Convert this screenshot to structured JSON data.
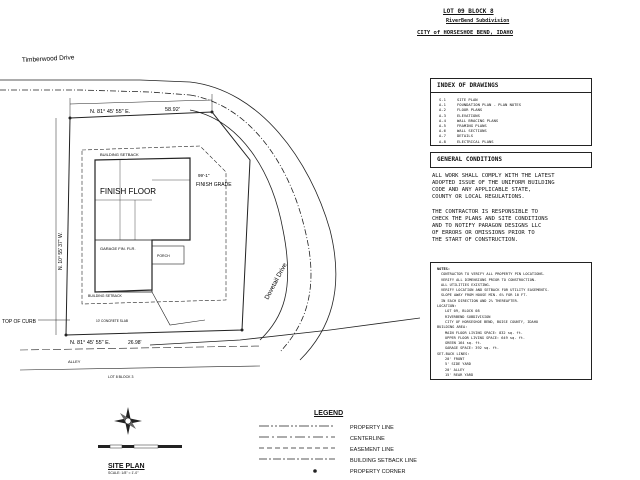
{
  "title_block": {
    "lot": "LOT 09 BLOCK 8",
    "subdivision": "RiverBend Subdivision",
    "city": "CITY of HORSESHOE BEND, IDAHO"
  },
  "index": {
    "header": "INDEX OF DRAWINGS",
    "items": [
      {
        "code": "S-1",
        "name": "SITE PLAN"
      },
      {
        "code": "A-1",
        "name": "FOUNDATION PLAN - PLAN NOTES"
      },
      {
        "code": "A-2",
        "name": "FLOOR PLANS"
      },
      {
        "code": "A-3",
        "name": "ELEVATIONS"
      },
      {
        "code": "A-4",
        "name": "WALL BRACING PLANS"
      },
      {
        "code": "A-5",
        "name": "FRAMING PLANS"
      },
      {
        "code": "A-6",
        "name": "WALL SECTIONS"
      },
      {
        "code": "A-7",
        "name": "DETAILS"
      },
      {
        "code": "A-8",
        "name": "ELECTRICAL PLANS"
      }
    ]
  },
  "general": {
    "header": "GENERAL CONDITIONS",
    "para1": [
      "ALL WORK SHALL COMPLY WITH THE LATEST",
      "ADOPTED ISSUE OF THE UNIFORM BUILDING",
      "CODE AND ANY APPLICABLE STATE,",
      "COUNTY OR LOCAL REGULATIONS."
    ],
    "para2": [
      "THE CONTRACTOR IS RESPONSIBLE TO",
      "CHECK THE PLANS AND SITE CONDITIONS",
      "AND TO NOTIFY PARAGON DESIGNS LLC",
      "OF ERRORS OR OMISSIONS PRIOR TO",
      "THE START OF CONSTRUCTION."
    ]
  },
  "notes": {
    "header": "NOTES:",
    "lines": [
      "CONTRACTOR TO VERIFY ALL PROPERTY PIN LOCATIONS.",
      "VERIFY ALL DIMENSIONS PRIOR TO CONSTRUCTION.",
      "ALL UTILITIES EXISTING.",
      "VERIFY LOCATION AND SETBACK FOR UTILITY EASEMENTS.",
      "SLOPE AWAY FROM HOUSE MIN. 6% FOR 10 FT.",
      "IN EACH DIRECTION AND 2% THEREAFTER.",
      "LOCATION:",
      "LOT 09, BLOCK 08",
      "RIVERBEND SUBDIVISION",
      "CITY OF HORSESHOE BEND, BOISE COUNTY, IDAHO",
      "BUILDING AREA:",
      "MAIN FLOOR LIVING SPACE: 832 sq. ft.",
      "UPPER FLOOR LIVING SPACE: 649 sq. ft.",
      "GREEN 164 sq. ft.",
      "GARAGE SPACE: 392 sq. ft.",
      "SET-BACK LINES:",
      "20' FRONT",
      "5' SIDE YARD",
      "20' ALLEY",
      "15' REAR YARD"
    ]
  },
  "legend": {
    "title": "LEGEND",
    "items": [
      "PROPERTY LINE",
      "CENTERLINE",
      "EASEMENT LINE",
      "BUILDING SETBACK LINE",
      "PROPERTY CORNER"
    ]
  },
  "site": {
    "title": "SITE PLAN",
    "scale": "SCALE: 1/8\" = 1'-0\"",
    "street_top": "Timberwood Drive",
    "street_right": "Dovetail Drive",
    "bearing_top": "N. 81° 45' 55\" E.",
    "dist_top": "58.92'",
    "bearing_bottom": "N. 81° 45' 55\" E.",
    "dist_bottom": "26.98'",
    "bearing_left": "N. 10° 55' 37\" W.",
    "alley": "ALLEY",
    "lot_below": "LOT 8 BLOCK 3",
    "top_of_curb": "TOP OF CURB",
    "finish_floor": "FINISH FLOOR",
    "finish_grade": "FINISH GRADE",
    "ff_elev": "99'-1\"",
    "building_setback": "BUILDING SETBACK",
    "garage": "GARAGE FIN. FLR.",
    "porch": "PORCH",
    "easement_note": "10' CONCRETE SLAB"
  }
}
